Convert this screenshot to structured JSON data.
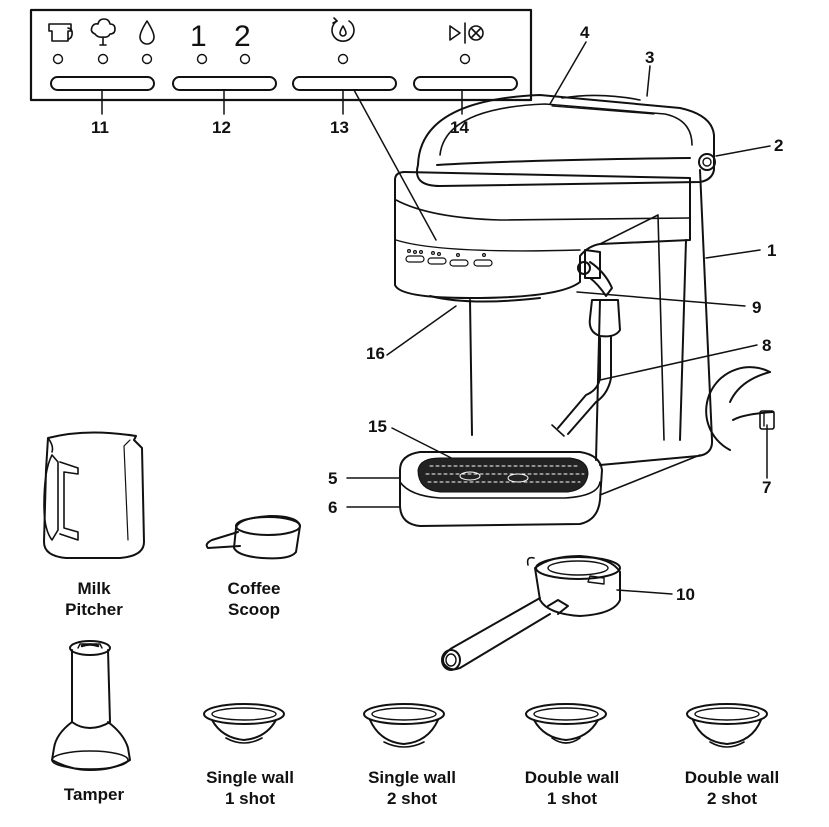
{
  "control_panel": {
    "digits": [
      "1",
      "2"
    ],
    "icons": [
      "cup-icon",
      "steam-icon",
      "water-drop-icon",
      "descale-icon",
      "play-stop-icon"
    ]
  },
  "callouts": [
    "1",
    "2",
    "3",
    "4",
    "5",
    "6",
    "7",
    "8",
    "9",
    "10",
    "11",
    "12",
    "13",
    "14",
    "15",
    "16"
  ],
  "accessories": {
    "milk_pitcher": [
      "Milk",
      "Pitcher"
    ],
    "coffee_scoop": [
      "Coffee",
      "Scoop"
    ],
    "tamper": [
      "Tamper"
    ],
    "single_wall_1": [
      "Single wall",
      "1 shot"
    ],
    "single_wall_2": [
      "Single wall",
      "2 shot"
    ],
    "double_wall_1": [
      "Double wall",
      "1 shot"
    ],
    "double_wall_2": [
      "Double wall",
      "2 shot"
    ]
  }
}
